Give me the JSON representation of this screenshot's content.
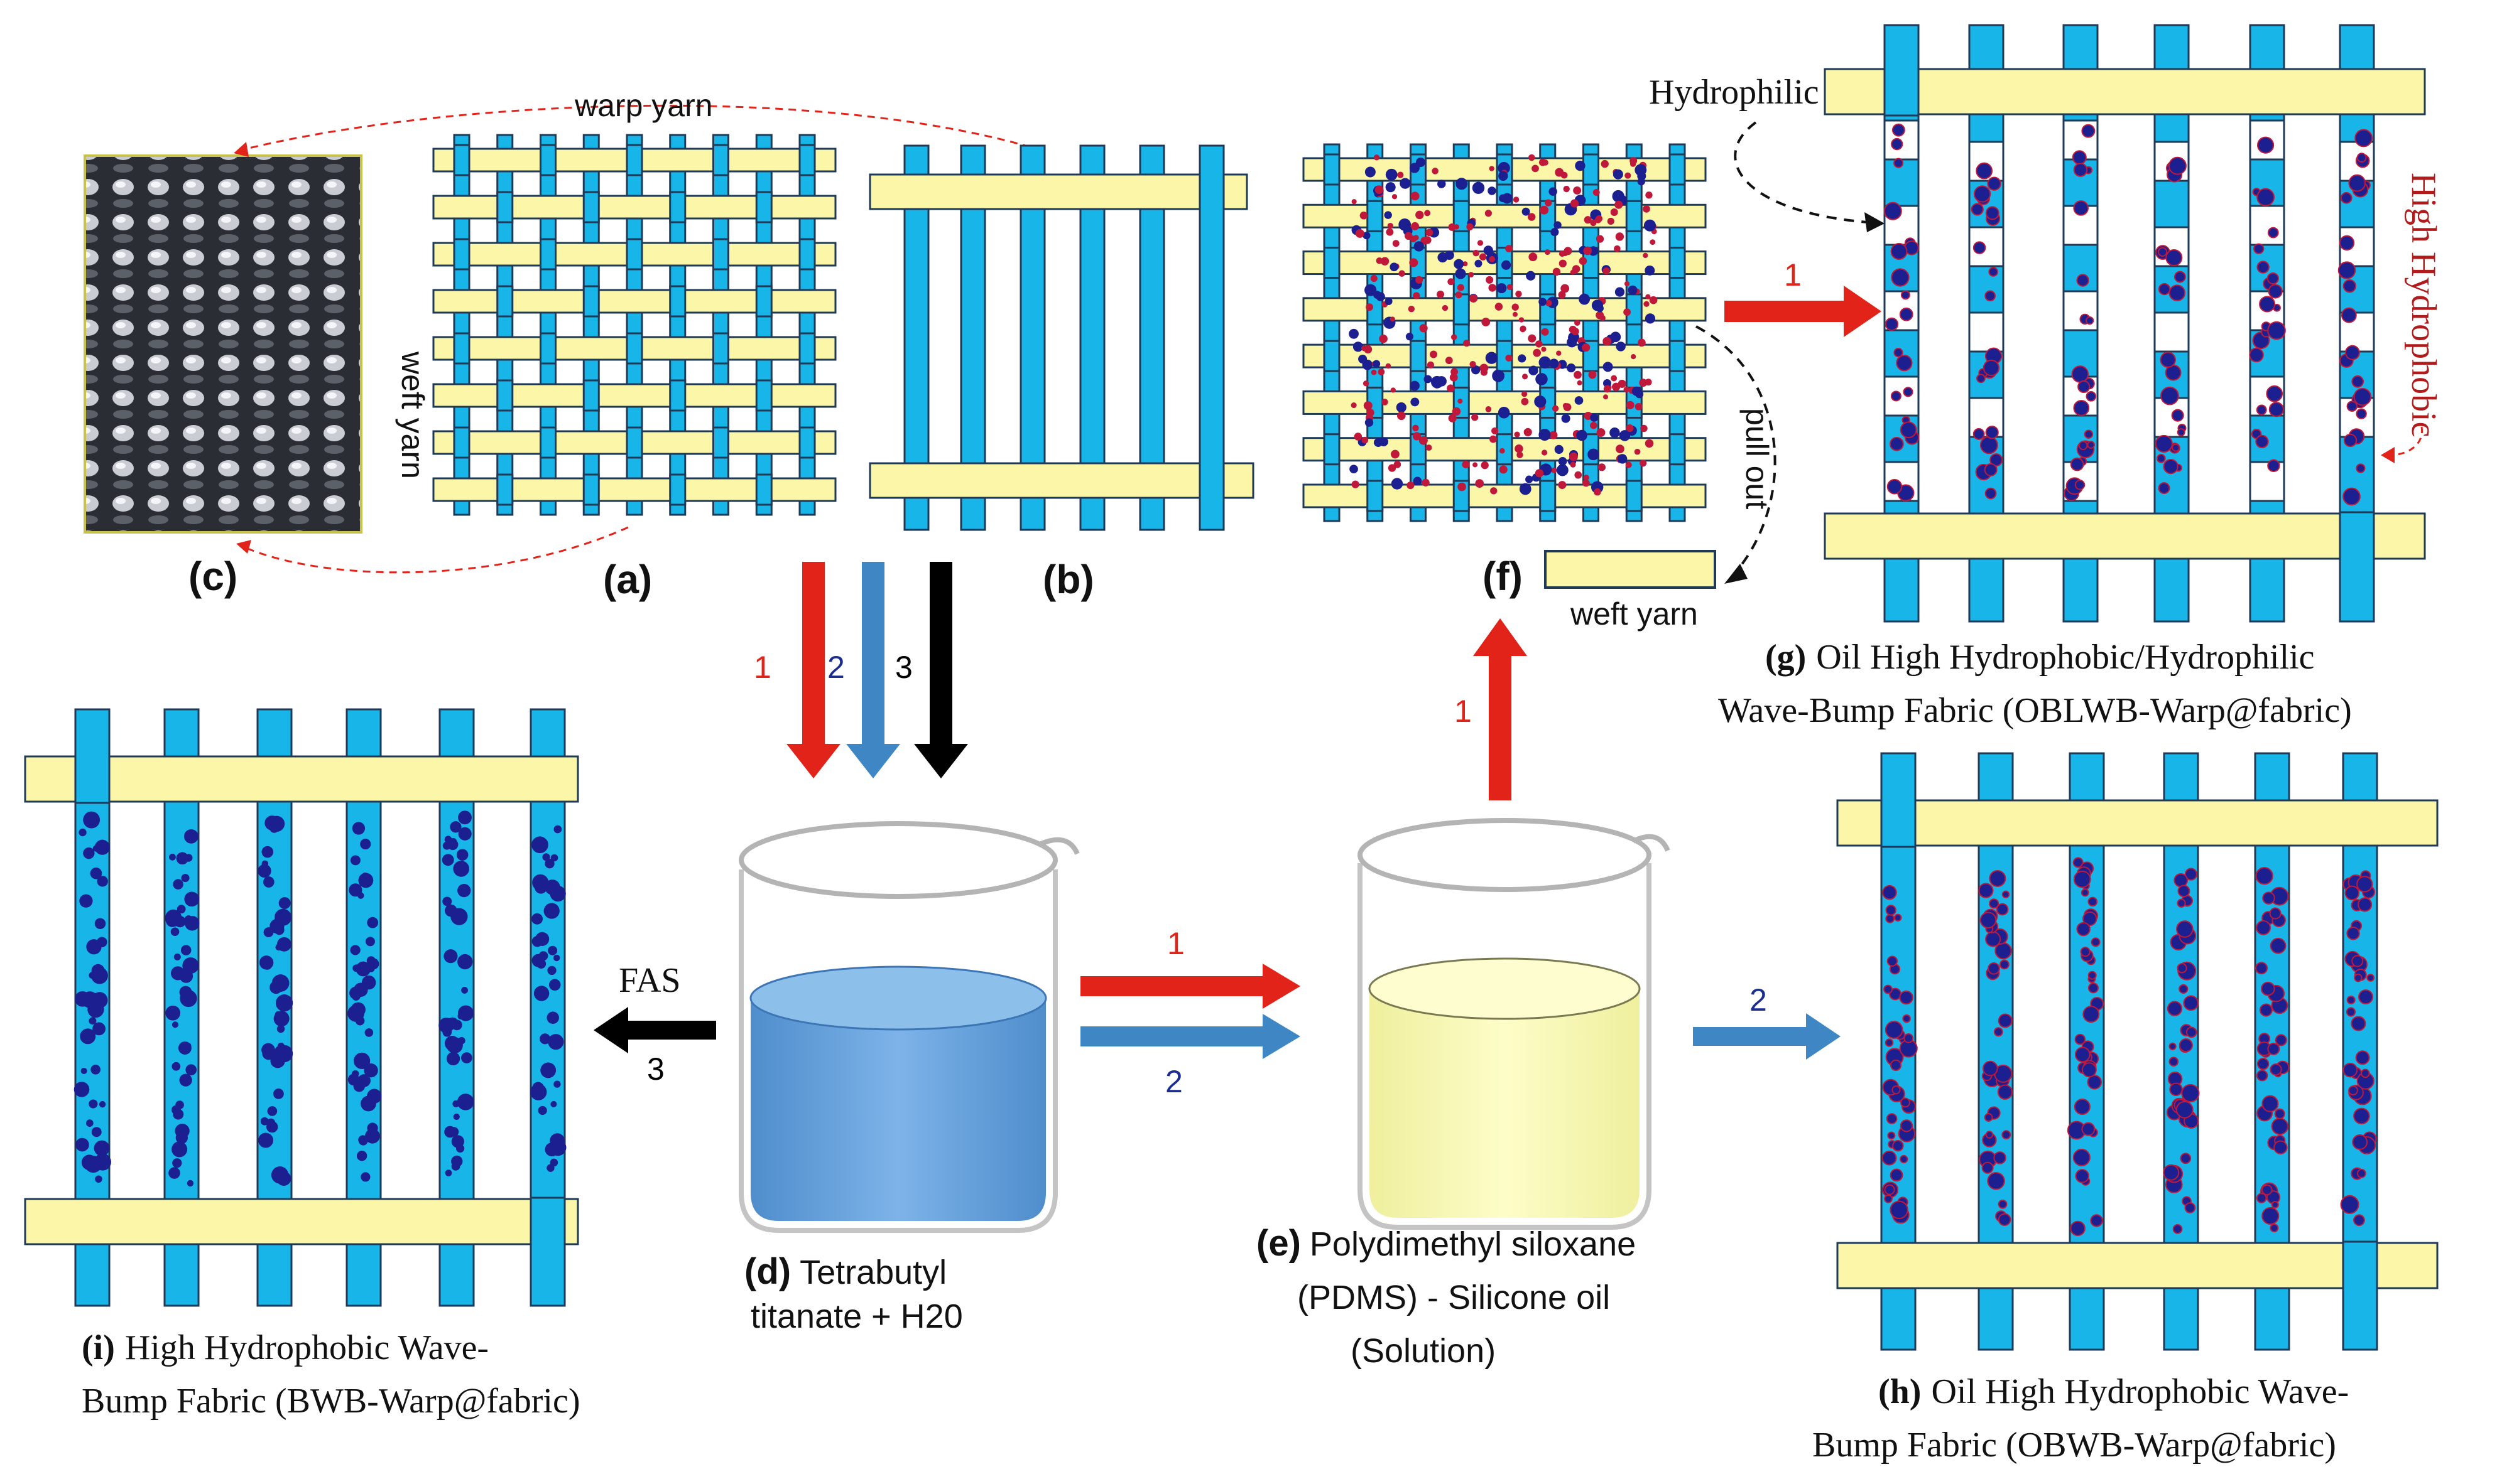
{
  "colors": {
    "warp": "#18b6e8",
    "weft": "#fbf6a8",
    "outline": "#1f3a57",
    "dot_dark": "#1b1f8f",
    "dot_red": "#c0183a",
    "arrow_red": "#e2231a",
    "arrow_blue": "#3f87c4",
    "arrow_black": "#000000",
    "dashed_red": "#e2231a",
    "beaker_d_liquid": "#6fa8e0",
    "beaker_e_liquid": "#fafab9"
  },
  "labels": {
    "a": "(a)",
    "b": "(b)",
    "c": "(c)",
    "d": "(d)",
    "e": "(e)",
    "f": "(f)",
    "g": "(g)",
    "h": "(h)",
    "i": "(i)"
  },
  "texts": {
    "warp_yarn": "warp yarn",
    "weft_yarn_vertical": "weft yarn",
    "pull_out": "pull out",
    "weft_yarn_f": "weft yarn",
    "hydrophilic": "Hydrophilic",
    "high_hydrophobic": "High Hydrophobic",
    "fas": "FAS"
  },
  "captions": {
    "d_line1": "Tetrabutyl",
    "d_line2": "titanate + H20",
    "e_line1": "Polydimethyl siloxane",
    "e_line2": "(PDMS) - Silicone oil",
    "e_line3": "(Solution)",
    "g_line1": "Oil High Hydrophobic/Hydrophilic",
    "g_line2": "Wave-Bump Fabric (OBLWB-Warp@fabric)",
    "h_line1": "Oil High Hydrophobic Wave-",
    "h_line2": "Bump Fabric (OBWB-Warp@fabric)",
    "i_line1": "High Hydrophobic Wave-",
    "i_line2": "Bump Fabric (BWB-Warp@fabric)"
  },
  "arrow_numbers": {
    "down_red": "1",
    "down_blue": "2",
    "down_black": "3",
    "to_e_red": "1",
    "to_e_blue": "2",
    "up_red": "1",
    "to_g_red": "1",
    "to_h_blue": "2",
    "to_i_black": "3"
  }
}
